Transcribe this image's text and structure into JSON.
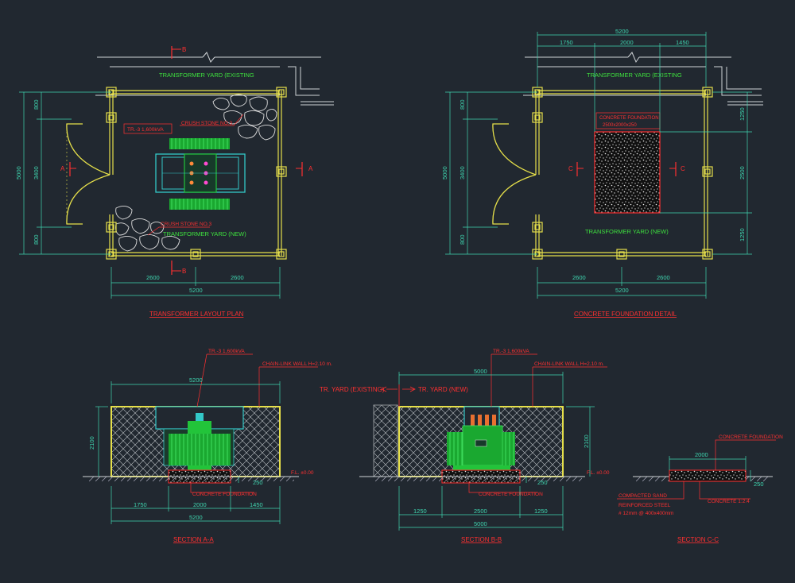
{
  "colors": {
    "background": "#212830",
    "fence": "#e6e04a",
    "dimension": "#3fd6b0",
    "title": "#ff3030",
    "label_green": "#3ee03e",
    "wall": "#cfd3d6",
    "transformer": "#22c43a",
    "transformer_lid": "#33c8c8",
    "annotation_red": "#e83030"
  },
  "plan_a": {
    "title": "TRANSFORMER LAYOUT PLAN",
    "yard_existing": "TRANSFORMER YARD (EXISTING",
    "yard_new": "TRANSFORMER YARD (NEW)",
    "tag_tr": "TR.-3 1,600kVA",
    "crush_stone_1": "CRUSH STONE NO.3",
    "crush_stone_2": "CRUSH STONE NO.3",
    "section_a_left": "A",
    "section_a_right": "A",
    "section_b_top": "B",
    "section_b_bottom": "B",
    "dims": {
      "left_total": "5000",
      "left_mid": "3400",
      "left_top": "800",
      "left_bot": "800",
      "bottom_left": "2600",
      "bottom_right": "2600",
      "bottom_total": "5200"
    }
  },
  "plan_b": {
    "title": "CONCRETE FOUNDATION DETAIL",
    "yard_existing": "TRANSFORMER YARD (EXISTING",
    "yard_new": "TRANSFORMER YARD (NEW)",
    "foundation_label": "CONCRETE FOUNDATION",
    "foundation_size": "2500x2000x250",
    "section_c_left": "C",
    "section_c_right": "C",
    "dims": {
      "top_total": "5200",
      "top_left": "1750",
      "top_mid": "2000",
      "top_right": "1450",
      "left_total": "5000",
      "left_mid": "3400",
      "left_top": "800",
      "left_bot": "800",
      "right_top": "1250",
      "right_mid": "2500",
      "right_bot": "1250",
      "bottom_left": "2600",
      "bottom_right": "2600",
      "bottom_total": "5200"
    }
  },
  "section_a": {
    "title": "SECTION A-A",
    "tag_tr": "TR.-3 1,600kVA",
    "wall_note": "CHAIN-LINK WALL H=2.10 m.",
    "level": "F.L. ±0.00",
    "foundation_label": "CONCRETE FOUNDATION",
    "dims": {
      "top": "5200",
      "height": "2100",
      "slab": "250",
      "bottom_left": "1750",
      "bottom_mid": "2000",
      "bottom_right": "1450",
      "bottom_total": "5200"
    }
  },
  "section_b": {
    "title": "SECTION B-B",
    "tag_tr": "TR.-3 1,600kVA",
    "wall_note": "CHAIN-LINK WALL H=2.10 m.",
    "yard_existing": "TR. YARD (EXISTING)",
    "yard_new": "TR. YARD (NEW)",
    "level": "F.L. ±0.00",
    "foundation_label": "CONCRETE FOUNDATION",
    "dims": {
      "top": "5000",
      "height": "2100",
      "slab": "250",
      "bottom_left": "1250",
      "bottom_mid": "2500",
      "bottom_right": "1250",
      "bottom_total": "5000"
    }
  },
  "section_c": {
    "title": "SECTION C-C",
    "foundation_label": "CONCRETE FOUNDATION",
    "sand_label": "COMPACTED SAND",
    "steel_label": "REINFORCED STEEL",
    "steel_spec": "# 12mm @ 400x400mm",
    "concrete_mix": "CONCRETE 1:2:4",
    "dims": {
      "width": "2000",
      "slab": "250"
    }
  }
}
